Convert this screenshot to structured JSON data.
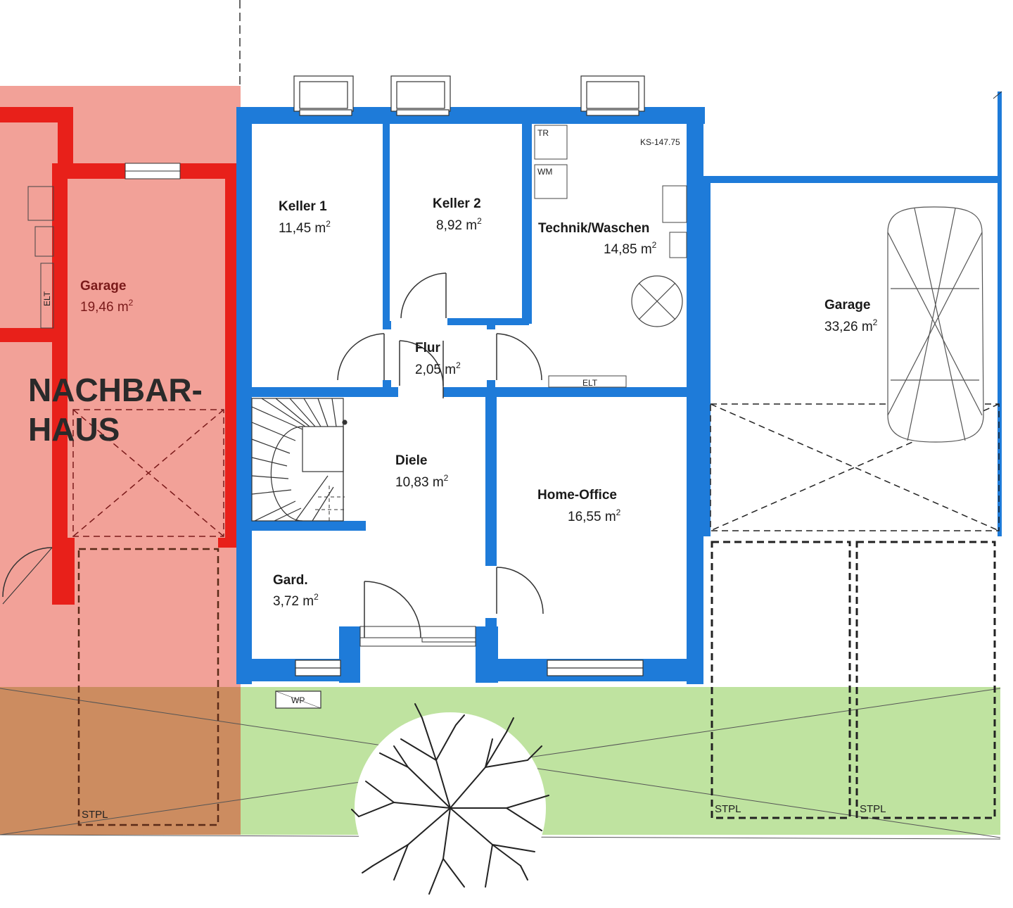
{
  "plan": {
    "neighbor_label_line1": "NACHBAR-",
    "neighbor_label_line2": "HAUS",
    "level_marker": "KS",
    "level_value": "-147.75",
    "appliance_dryer": "TR",
    "appliance_washer": "WM",
    "elt_label": "ELT",
    "heat_pump_label": "WP",
    "parking_label": "STPL"
  },
  "rooms": {
    "keller1": {
      "name": "Keller 1",
      "area": "11,45 m",
      "unit_sup": "2"
    },
    "keller2": {
      "name": "Keller 2",
      "area": "8,92 m",
      "unit_sup": "2"
    },
    "technik": {
      "name": "Technik/Waschen",
      "area": "14,85 m",
      "unit_sup": "2"
    },
    "flur": {
      "name": "Flur",
      "area": "2,05 m",
      "unit_sup": "2"
    },
    "diele": {
      "name": "Diele",
      "area": "10,83 m",
      "unit_sup": "2"
    },
    "office": {
      "name": "Home-Office",
      "area": "16,55 m",
      "unit_sup": "2"
    },
    "gard": {
      "name": "Gard.",
      "area": "3,72 m",
      "unit_sup": "2"
    },
    "garage_right": {
      "name": "Garage",
      "area": "33,26 m",
      "unit_sup": "2"
    },
    "garage_neighbor": {
      "name": "Garage",
      "area": "19,46 m",
      "unit_sup": "2"
    }
  },
  "colors": {
    "wall": "#1e7bd9",
    "neighbor_wall": "#e8201a",
    "neighbor_fill": "#f2a198",
    "garden": "#bfe3a0",
    "overlap": "#cc8c60"
  }
}
